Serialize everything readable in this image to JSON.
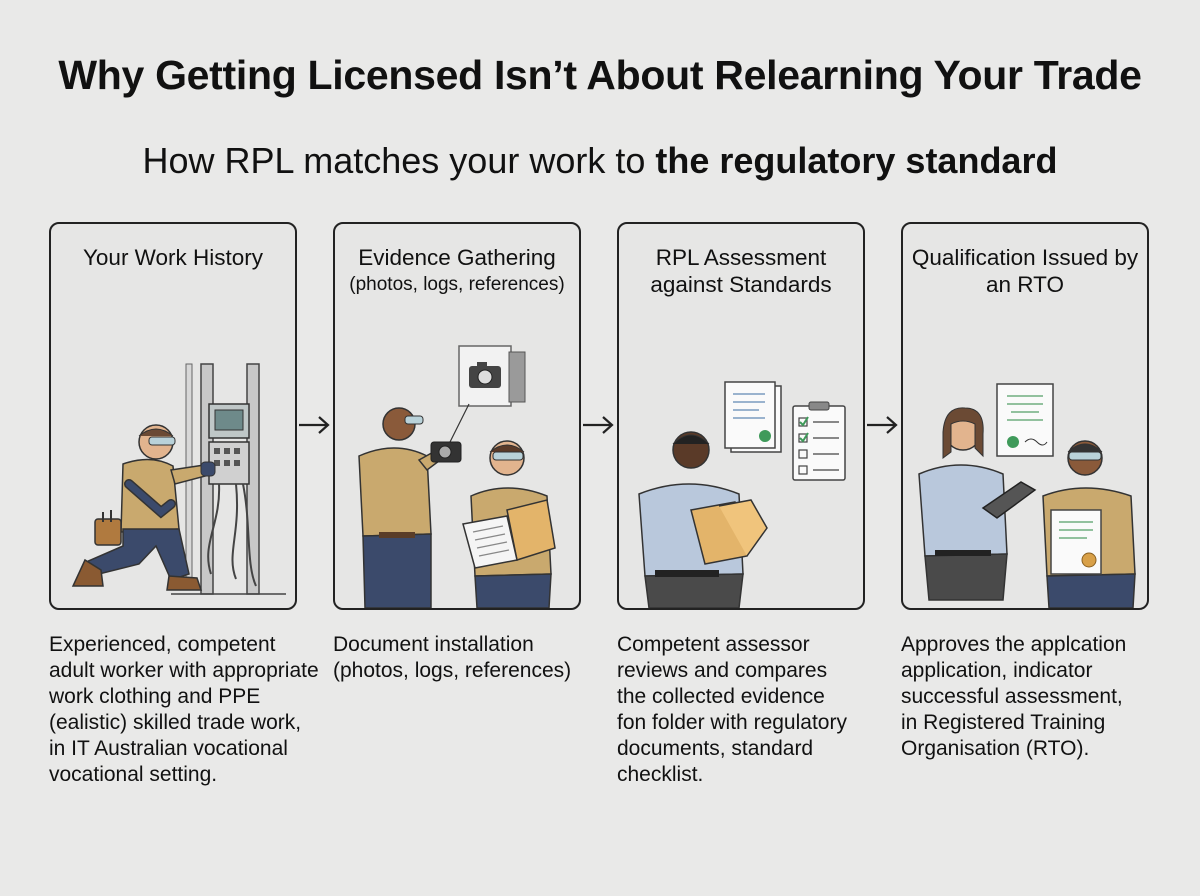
{
  "title": "Why Getting Licensed Isn’t About Relearning Your Trade",
  "subtitle": {
    "prefix": "How RPL matches your work to ",
    "emphasis": "the regulatory standard"
  },
  "steps": [
    {
      "heading": "Your Work History",
      "subheading": "",
      "description": "Experienced, competent adult worker with appropriate work clothing and PPE (ealistic) skilled trade work, in IT Australian vocational vocational setting."
    },
    {
      "heading": "Evidence Gathering",
      "subheading": "(photos, logs, references)",
      "description": "Document installation (photos, logs, references)"
    },
    {
      "heading": "RPL Assessment against Standards",
      "subheading": "",
      "description": "Competent assessor reviews and compares the collected evidence fon folder with regulatory documents, standard checklist."
    },
    {
      "heading": "Qualification Issued by an RTO",
      "subheading": "",
      "description": "Approves the applcation application, indicator successful assessment, in Registered Training Organisation (RTO)."
    }
  ],
  "colors": {
    "background": "#e9e9e8",
    "shirt_tan": "#c9a96e",
    "shirt_blue": "#b9c8dc",
    "pants_navy": "#3b4a6b",
    "folder": "#e3b46a",
    "seal_green": "#3f9a5a"
  },
  "icons": [
    "arrow-right-icon",
    "camera-icon",
    "checklist-icon",
    "certificate-icon",
    "document-icon",
    "tablet-icon"
  ]
}
